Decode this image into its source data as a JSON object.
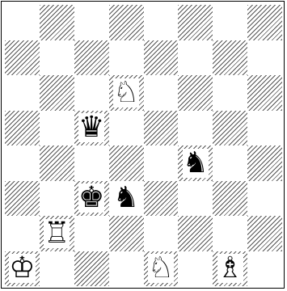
{
  "board": {
    "files": [
      "a",
      "b",
      "c",
      "d",
      "e",
      "f",
      "g",
      "h"
    ],
    "ranks": [
      8,
      7,
      6,
      5,
      4,
      3,
      2,
      1
    ],
    "pieces": [
      {
        "square": "d6",
        "color": "white",
        "type": "knight",
        "glyph": "♘"
      },
      {
        "square": "c5",
        "color": "black",
        "type": "queen",
        "glyph": "♛"
      },
      {
        "square": "f4",
        "color": "black",
        "type": "knight",
        "glyph": "♞"
      },
      {
        "square": "c3",
        "color": "black",
        "type": "king",
        "glyph": "♚"
      },
      {
        "square": "d3",
        "color": "black",
        "type": "knight",
        "glyph": "♞"
      },
      {
        "square": "b2",
        "color": "white",
        "type": "rook",
        "glyph": "♖"
      },
      {
        "square": "a1",
        "color": "white",
        "type": "king",
        "glyph": "♔"
      },
      {
        "square": "e1",
        "color": "white",
        "type": "knight",
        "glyph": "♘"
      },
      {
        "square": "g1",
        "color": "white",
        "type": "bishop",
        "glyph": "♗"
      }
    ]
  }
}
